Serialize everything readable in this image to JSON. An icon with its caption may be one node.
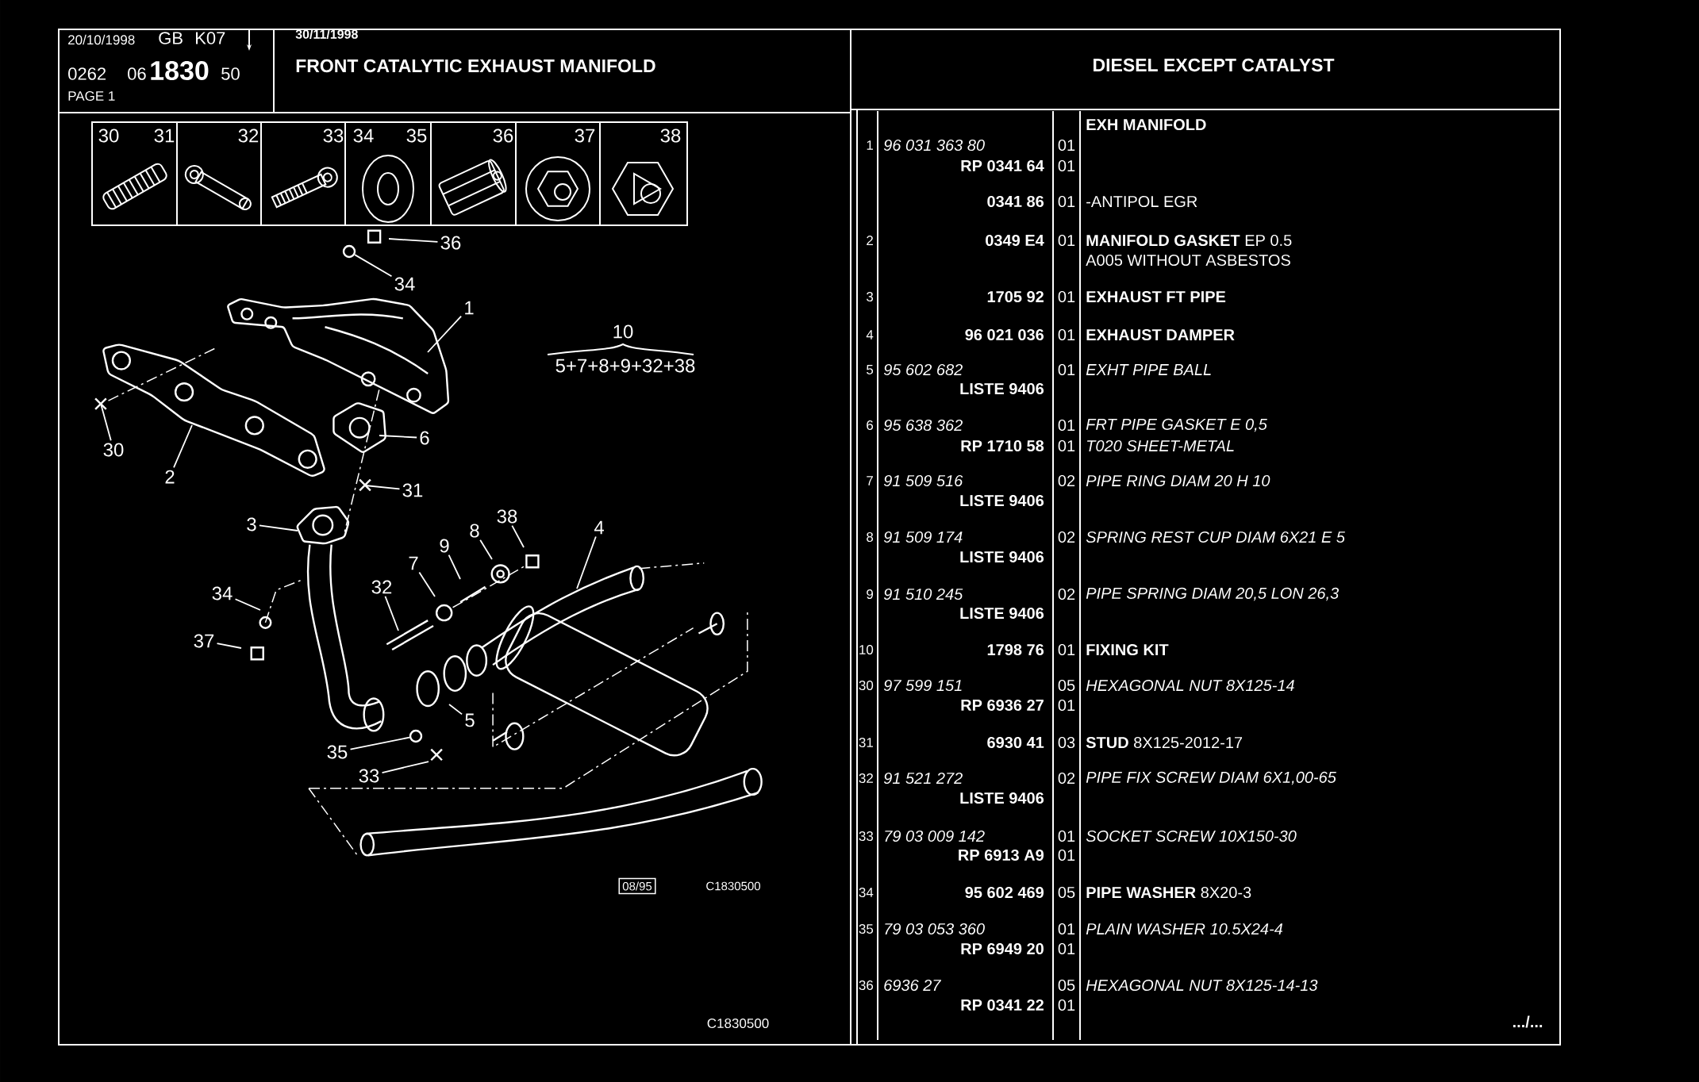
{
  "diagram": {
    "title": "FRONT CATALYTIC EXHAUST MANIFOLD",
    "nodes": [
      {
        "text": [
          "36"
        ]
      },
      {
        "text": [
          "34"
        ]
      },
      {
        "text": [
          "1"
        ]
      },
      {
        "text": [
          "6"
        ]
      },
      {
        "text": [
          "30"
        ]
      },
      {
        "text": [
          "2"
        ]
      },
      {
        "text": [
          "31"
        ]
      },
      {
        "text": [
          "38"
        ]
      },
      {
        "text": [
          "3"
        ]
      },
      {
        "text": [
          "4"
        ]
      },
      {
        "text": [
          "8"
        ]
      },
      {
        "text": [
          "9"
        ]
      },
      {
        "text": [
          "7"
        ]
      },
      {
        "text": [
          "32"
        ]
      },
      {
        "text": [
          "34"
        ]
      },
      {
        "text": [
          "37"
        ]
      },
      {
        "text": [
          "5"
        ]
      },
      {
        "text": [
          "35"
        ]
      },
      {
        "text": [
          "33"
        ]
      },
      {
        "text": [],
        "shape": "circle"
      },
      {
        "text": [],
        "shape": "circle"
      }
    ],
    "edges": [
      {
        "from": 0,
        "to": null,
        "arrow": "none"
      },
      {
        "from": 1,
        "to": 19,
        "arrow": "none"
      },
      {
        "from": 2,
        "to": null,
        "arrow": "none"
      },
      {
        "from": 3,
        "to": null,
        "arrow": "none"
      },
      {
        "from": 4,
        "to": null,
        "arrow": "none"
      },
      {
        "from": 5,
        "to": null,
        "arrow": "none"
      },
      {
        "from": 6,
        "to": null,
        "arrow": "none"
      },
      {
        "from": 7,
        "to": null,
        "arrow": "none"
      },
      {
        "from": 8,
        "to": null,
        "arrow": "none"
      },
      {
        "from": 9,
        "to": null,
        "arrow": "none"
      },
      {
        "from": 10,
        "to": null,
        "arrow": "none"
      },
      {
        "from": 11,
        "to": null,
        "arrow": "none"
      },
      {
        "from": 12,
        "to": null,
        "arrow": "none"
      },
      {
        "from": 13,
        "to": null,
        "arrow": "none"
      },
      {
        "from": 14,
        "to": null,
        "arrow": "none"
      },
      {
        "from": 15,
        "to": null,
        "arrow": "none"
      },
      {
        "from": 16,
        "to": null,
        "arrow": "none"
      },
      {
        "from": 17,
        "to": 20,
        "arrow": "none"
      },
      {
        "from": 18,
        "to": null,
        "arrow": "none"
      }
    ],
    "labels": [
      "20/10/1998",
      "GB",
      "K07",
      "0262",
      "06",
      "1830",
      "50",
      "PAGE 1",
      "30/11/1998",
      "DIESEL EXCEPT CATALYST",
      "30",
      "31",
      "32",
      "33",
      "34",
      "35",
      "36",
      "37",
      "38",
      "10",
      "5+7+8+9+32+38",
      "08/95",
      "C1830500",
      "C1830500",
      "EXH MANIFOLD",
      "1",
      "96 031 363 80",
      "01",
      "RP 0341 64",
      "01",
      "0341 86",
      "01",
      "-ANTIPOL EGR",
      "2",
      "0349 E4",
      "01",
      "**MANIFOLD GASKET** EP 0.5",
      "A005 WITHOUT ASBESTOS",
      "3",
      "1705 92",
      "01",
      "EXHAUST FT PIPE",
      "4",
      "96 021 036",
      "01",
      "EXHAUST DAMPER",
      "5",
      "95 602 682",
      "01",
      "EXHT PIPE BALL",
      "LISTE 9406",
      "6",
      "95 638 362",
      "01",
      "FRT PIPE GASKET E 0,5",
      "RP 1710 58",
      "01",
      "T020 SHEET-METAL",
      "7",
      "91 509 516",
      "02",
      "PIPE RING DIAM 20 H 10",
      "LISTE 9406",
      "8",
      "91 509 174",
      "02",
      "SPRING REST CUP DIAM 6X21 E 5",
      "LISTE 9406",
      "9",
      "91 510 245",
      "02",
      "PIPE SPRING DIAM 20,5 LON 26,3",
      "LISTE 9406",
      "10",
      "1798 76",
      "01",
      "FIXING KIT",
      "30",
      "97 599 151",
      "05",
      "HEXAGONAL NUT 8X125-14",
      "RP 6936 27",
      "01",
      "31",
      "6930 41",
      "03",
      "**STUD** 8X125-2012-17",
      "32",
      "91 521 272",
      "02",
      "PIPE FIX SCREW DIAM 6X1,00-65",
      "LISTE 9406",
      "33",
      "79 03 009 142",
      "01",
      "SOCKET SCREW 10X150-30",
      "RP 6913 A9",
      "01",
      "34",
      "95 602 469",
      "05",
      "**PIPE WASHER** 8X20-3",
      "35",
      "79 03 053 360",
      "01",
      "PLAIN WASHER 10.5X24-4",
      "RP 6949 20",
      "01",
      "36",
      "6936 27",
      "05",
      "HEXAGONAL NUT 8X125-14-13",
      "RP 0341 22",
      "01",
      ".../..."
    ]
  }
}
